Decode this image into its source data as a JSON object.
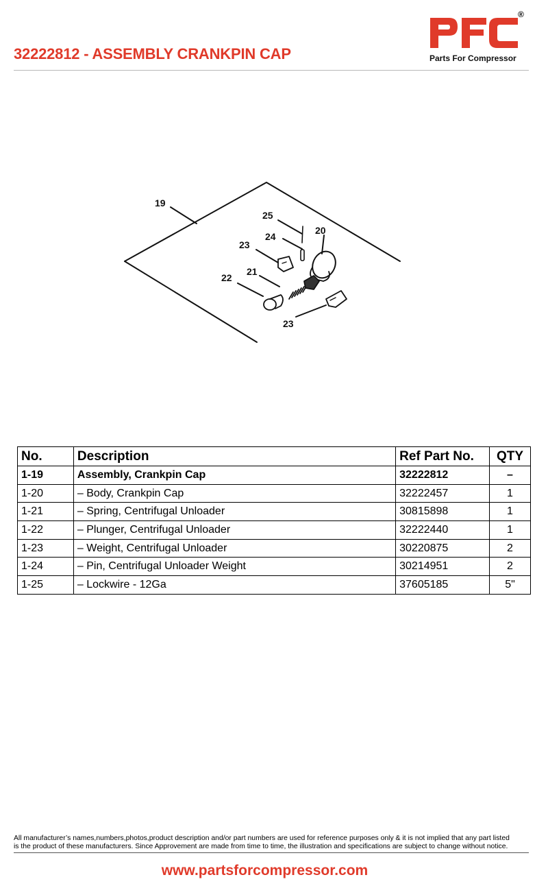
{
  "header": {
    "title": "32222812 - ASSEMBLY CRANKPIN CAP",
    "logo_text": "PFC",
    "logo_registered": "®",
    "logo_tagline": "Parts For Compressor",
    "brand_color": "#e03a2a"
  },
  "diagram": {
    "callouts": [
      "19",
      "25",
      "24",
      "20",
      "23",
      "21",
      "22",
      "23"
    ]
  },
  "table": {
    "headers": {
      "no": "No.",
      "description": "Description",
      "ref": "Ref Part No.",
      "qty": "QTY"
    },
    "rows": [
      {
        "no": "1-19",
        "description": "Assembly, Crankpin Cap",
        "ref": "32222812",
        "qty": "–"
      },
      {
        "no": "1-20",
        "description": "– Body, Crankpin Cap",
        "ref": "32222457",
        "qty": "1"
      },
      {
        "no": "1-21",
        "description": "– Spring, Centrifugal Unloader",
        "ref": "30815898",
        "qty": "1"
      },
      {
        "no": "1-22",
        "description": "– Plunger, Centrifugal Unloader",
        "ref": "32222440",
        "qty": "1"
      },
      {
        "no": "1-23",
        "description": "– Weight, Centrifugal Unloader",
        "ref": "30220875",
        "qty": "2"
      },
      {
        "no": "1-24",
        "description": "– Pin, Centrifugal Unloader Weight",
        "ref": "30214951",
        "qty": "2"
      },
      {
        "no": "1-25",
        "description": "– Lockwire - 12Ga",
        "ref": "37605185",
        "qty": "5\""
      }
    ]
  },
  "footer": {
    "disclaimer_line1": "All manufacturer’s names,numbers,photos,product description and/or part numbers are used for reference purposes only & it is not implied that any part listed",
    "disclaimer_line2": "is the product of these manufacturers.  Since Approvement are made from time to time,  the illustration and specifications are subject to change without notice.",
    "website": "www.partsforcompressor.com"
  }
}
